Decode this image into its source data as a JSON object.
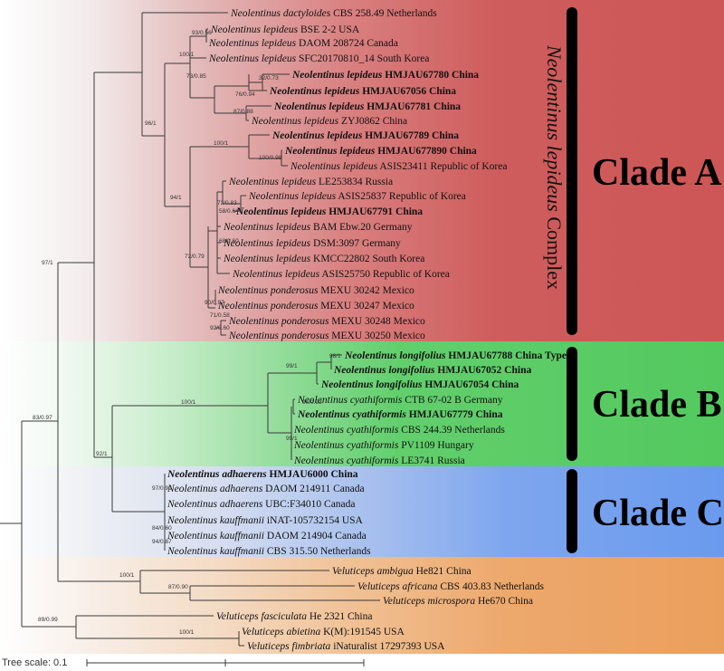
{
  "colors": {
    "clade_a": "#cd5656",
    "clade_b": "#53c95e",
    "clade_c": "#6a9aee",
    "outgroup": "#eb9f5d"
  },
  "clades": {
    "a_label": "Clade A",
    "b_label": "Clade B",
    "c_label": "Clade C",
    "complex_genus": "Neolentinus lepideus",
    "complex_word": "Complex"
  },
  "scale_label": "Tree scale: 0.1",
  "leaves": [
    {
      "genus": "Neolentinus",
      "species": "dactyloides",
      "info": "CBS 258.49 Netherlands",
      "bold": false
    },
    {
      "genus": "Neolentinus",
      "species": "lepideus",
      "info": "BSE 2-2 USA",
      "bold": false
    },
    {
      "genus": "Neolentinus",
      "species": "lepideus",
      "info": "DAOM 208724 Canada",
      "bold": false
    },
    {
      "genus": "Neolentinus",
      "species": "lepideus",
      "info": "SFC20170810_14 South Korea",
      "bold": false
    },
    {
      "genus": "Neolentinus",
      "species": "lepideus",
      "info": "HMJAU67780 China",
      "bold": true
    },
    {
      "genus": "Neolentinus",
      "species": "lepideus",
      "info": "HMJAU67056 China",
      "bold": true
    },
    {
      "genus": "Neolentinus",
      "species": "lepideus",
      "info": "HMJAU67781 China",
      "bold": true
    },
    {
      "genus": "Neolentinus",
      "species": "lepideus",
      "info": "ZYJ0862 China",
      "bold": false
    },
    {
      "genus": "Neolentinus",
      "species": "lepideus",
      "info": "HMJAU67789 China",
      "bold": true
    },
    {
      "genus": "Neolentinus",
      "species": "lepideus",
      "info": "HMJAU677890 China",
      "bold": true
    },
    {
      "genus": "Neolentinus",
      "species": "lepideus",
      "info": "ASIS23411 Republic of Korea",
      "bold": false
    },
    {
      "genus": "Neolentinus",
      "species": "lepideus",
      "info": "LE253834 Russia",
      "bold": false
    },
    {
      "genus": "Neolentinus",
      "species": "lepideus",
      "info": "ASIS25837 Republic of Korea",
      "bold": false
    },
    {
      "genus": "Neolentinus",
      "species": "lepideus",
      "info": "HMJAU67791 China",
      "bold": true
    },
    {
      "genus": "Neolentinus",
      "species": "lepideus",
      "info": "BAM Ebw.20 Germany",
      "bold": false
    },
    {
      "genus": "Neolentinus",
      "species": "lepideus",
      "info": "DSM:3097 Germany",
      "bold": false
    },
    {
      "genus": "Neolentinus",
      "species": "lepideus",
      "info": "KMCC22802 South Korea",
      "bold": false
    },
    {
      "genus": "Neolentinus",
      "species": "lepideus",
      "info": "ASIS25750 Republic of Korea",
      "bold": false
    },
    {
      "genus": "Neolentinus",
      "species": "ponderosus",
      "info": "MEXU 30242 Mexico",
      "bold": false
    },
    {
      "genus": "Neolentinus",
      "species": "ponderosus",
      "info": "MEXU 30247 Mexico",
      "bold": false
    },
    {
      "genus": "Neolentinus",
      "species": "ponderosus",
      "info": "MEXU 30248 Mexico",
      "bold": false
    },
    {
      "genus": "Neolentinus",
      "species": "ponderosus",
      "info": "MEXU 30250 Mexico",
      "bold": false
    },
    {
      "genus": "Neolentinus",
      "species": "longifolius",
      "info": "HMJAU67788 China Type",
      "bold": true
    },
    {
      "genus": "Neolentinus",
      "species": "longifolius",
      "info": "HMJAU67052 China",
      "bold": true
    },
    {
      "genus": "Neolentinus",
      "species": "longifolius",
      "info": "HMJAU67054 China",
      "bold": true
    },
    {
      "genus": "Neolentinus",
      "species": "cyathiformis",
      "info": "CTB 67-02 B Germany",
      "bold": false
    },
    {
      "genus": "Neolentinus",
      "species": "cyathiformis",
      "info": "HMJAU67779 China",
      "bold": true
    },
    {
      "genus": "Neolentinus",
      "species": "cyathiformis",
      "info": "CBS 244.39 Netherlands",
      "bold": false
    },
    {
      "genus": "Neolentinus",
      "species": "cyathiformis",
      "info": "PV1109 Hungary",
      "bold": false
    },
    {
      "genus": "Neolentinus",
      "species": "cyathiformis",
      "info": "LE3741 Russia",
      "bold": false
    },
    {
      "genus": "Neolentinus",
      "species": "adhaerens",
      "info": "HMJAU6000 China",
      "bold": true
    },
    {
      "genus": "Neolentinus",
      "species": "adhaerens",
      "info": "DAOM 214911 Canada",
      "bold": false
    },
    {
      "genus": "Neolentinus",
      "species": "adhaerens",
      "info": "UBC:F34010 Canada",
      "bold": false
    },
    {
      "genus": "Neolentinus",
      "species": "kauffmanii",
      "info": "iNAT-105732154 USA",
      "bold": false
    },
    {
      "genus": "Neolentinus",
      "species": "kauffmanii",
      "info": "DAOM 214904 Canada",
      "bold": false
    },
    {
      "genus": "Neolentinus",
      "species": "kauffmanii",
      "info": "CBS 315.50 Netherlands",
      "bold": false
    },
    {
      "genus": "Veluticeps",
      "species": "ambigua",
      "info": "He821 China",
      "bold": false
    },
    {
      "genus": "Veluticeps",
      "species": "africana",
      "info": "CBS 403.83 Netherlands",
      "bold": false
    },
    {
      "genus": "Veluticeps",
      "species": "microspora",
      "info": "He670 China",
      "bold": false
    },
    {
      "genus": "Veluticeps",
      "species": "fasciculata",
      "info": "He 2321 China",
      "bold": false
    },
    {
      "genus": "Veluticeps",
      "species": "abietina",
      "info": "K(M):191545 USA",
      "bold": false
    },
    {
      "genus": "Veluticeps",
      "species": "fimbriata",
      "info": "iNaturalist 17297393 USA",
      "bold": false
    }
  ],
  "supports": [
    "93/0.56",
    "100/1",
    "73/0.85",
    "32/0.73",
    "76/0.94",
    "87/0.88",
    "96/1",
    "100/1",
    "100/0.98",
    "94/1",
    "73/0.83",
    "58/0.64",
    "68/0.60",
    "72/0.79",
    "90/0.97",
    "71/0.58",
    "92/0.60",
    "97/1",
    "98/1",
    "99/1",
    "96/0.93",
    "99/1",
    "100/1",
    "92/1",
    "97/0.99",
    "84/0.60",
    "94/0.87",
    "83/0.97",
    "100/1",
    "87/0.90",
    "89/0.99",
    "100/1"
  ]
}
